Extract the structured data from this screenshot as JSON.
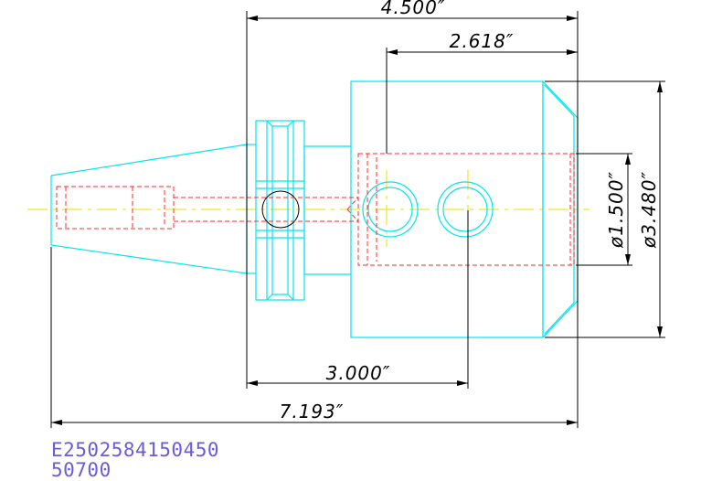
{
  "dimensions": {
    "overall_length": "7.193″",
    "gauge_to_end": "4.500″",
    "bore_depth": "2.618″",
    "gauge_to_hole": "3.000″",
    "bore_diameter": "ø1.500″",
    "body_diameter": "ø3.480″"
  },
  "caption": {
    "part_number": "E2502584150450",
    "code": "50700"
  },
  "colors": {
    "outline": "#00e5ee",
    "hidden": "#ff2a2a",
    "centerline": "#e8e000",
    "dimension": "#000000",
    "caption": "#6a5bd8"
  }
}
